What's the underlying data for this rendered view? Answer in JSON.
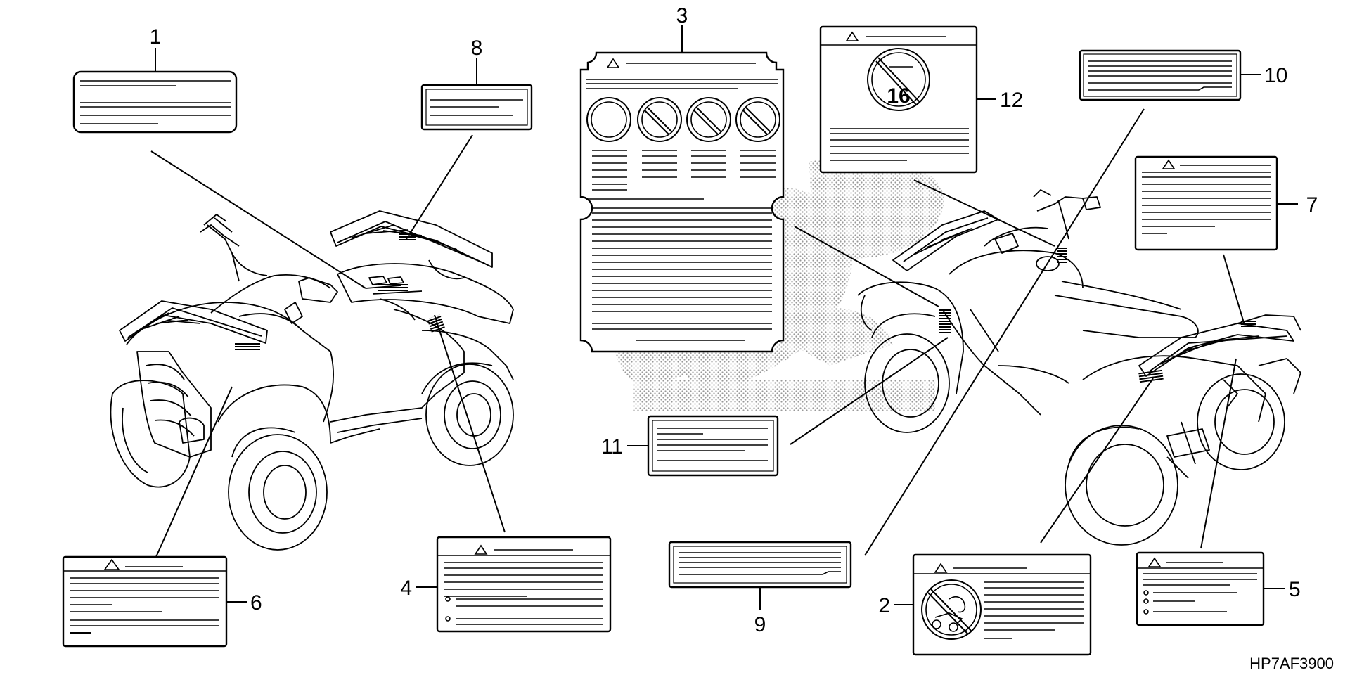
{
  "callouts": {
    "n1": "1",
    "n2": "2",
    "n3": "3",
    "n4": "4",
    "n5": "5",
    "n6": "6",
    "n7": "7",
    "n8": "8",
    "n9": "9",
    "n10": "10",
    "n11": "11",
    "n12": "12"
  },
  "age_symbol": "16",
  "diagram_code": "HP7AF3900"
}
